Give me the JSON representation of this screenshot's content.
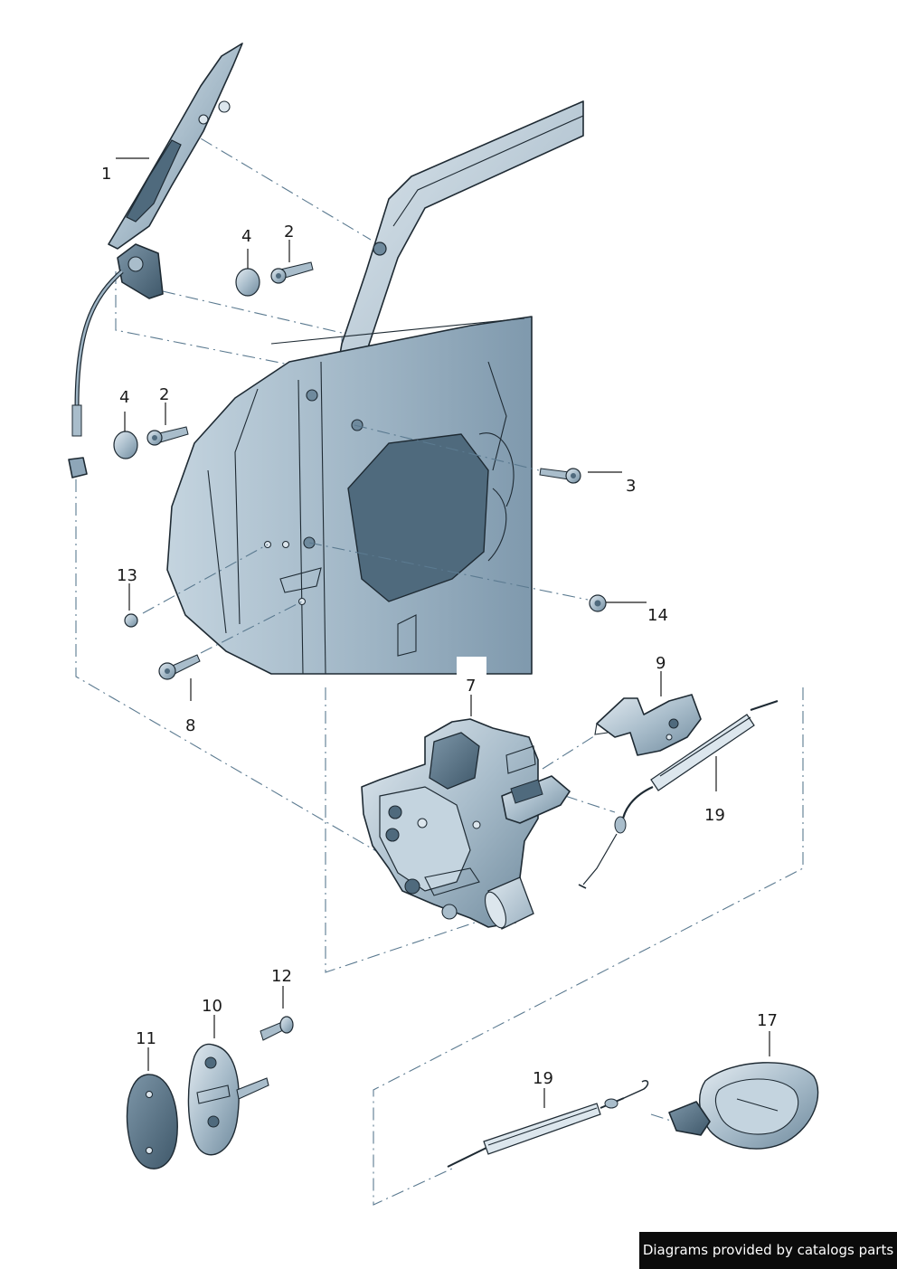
{
  "callouts": {
    "c1": "1",
    "c2a": "2",
    "c4a": "4",
    "c4b": "4",
    "c2b": "2",
    "c3": "3",
    "c13": "13",
    "c14": "14",
    "c8": "8",
    "c7": "7",
    "c9": "9",
    "c19a": "19",
    "c12": "12",
    "c10": "10",
    "c11": "11",
    "c17": "17",
    "c19b": "19"
  },
  "footer": {
    "credit": "Diagrams provided by catalogs parts"
  },
  "colors": {
    "panel_light": "#a7bccb",
    "panel_mid": "#8ea6b8",
    "panel_dark": "#4f6a7d",
    "outline": "#1e2a33",
    "dash": "#5b7a90"
  }
}
